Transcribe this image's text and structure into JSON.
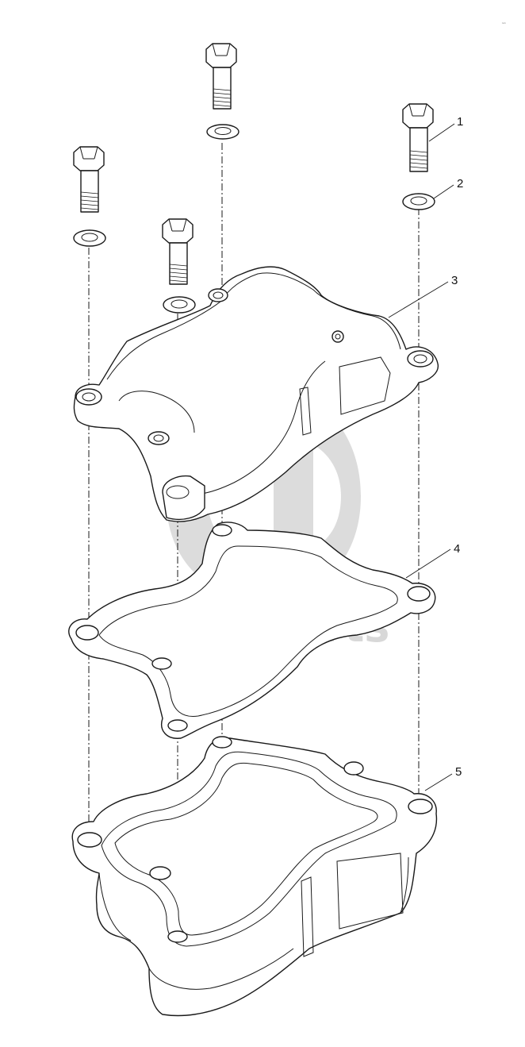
{
  "watermark": {
    "text": "data-parts",
    "color": "#b9b9b9"
  },
  "corner_mark": "˜˜",
  "callouts": [
    {
      "number": "1",
      "part": "bolt"
    },
    {
      "number": "2",
      "part": "washer"
    },
    {
      "number": "3",
      "part": "cover"
    },
    {
      "number": "4",
      "part": "gasket"
    },
    {
      "number": "5",
      "part": "housing"
    }
  ]
}
